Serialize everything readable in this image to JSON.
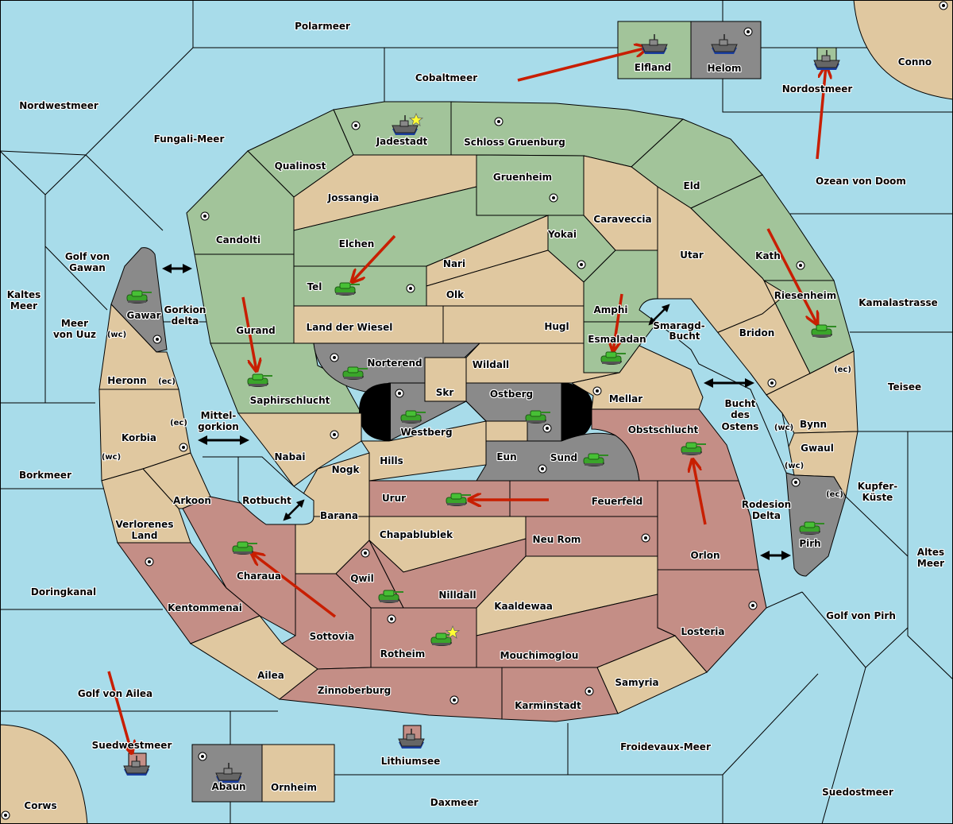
{
  "title": "Diplomacy-style game map",
  "colors": {
    "sea": "#a8dcea",
    "neutral": "#e0c8a0",
    "green": "#a2c49a",
    "red": "#c48e86",
    "gray": "#8a8a8a",
    "order_arrow": "#c81e00",
    "tank": "#3aa52a",
    "star": "#ffff33"
  },
  "powers": [
    {
      "name": "green",
      "color": "#a2c49a"
    },
    {
      "name": "red",
      "color": "#c48e86"
    },
    {
      "name": "gray",
      "color": "#8a8a8a"
    }
  ],
  "seas": [
    "Polarmeer",
    "Cobaltmeer",
    "Nordwestmeer",
    "Fungali-Meer",
    "Nordostmeer",
    "Ozean von Doom",
    "Golf von Gawan",
    "Kaltes Meer",
    "Meer von Uuz",
    "Gorkion delta",
    "Mittel-gorkion",
    "Borkmeer",
    "Rotbucht",
    "Doringkanal",
    "Golf von Ailea",
    "Suedwestmeer",
    "Lithiumsee",
    "Daxmeer",
    "Froidevaux-Meer",
    "Suedostmeer",
    "Golf von Pirh",
    "Altes Meer",
    "Kupfer-Küste",
    "Rodesion Delta",
    "Bucht des Ostens",
    "Smaragd-Bucht",
    "Teisee",
    "Kamalastrasse"
  ],
  "labels": {
    "polarmeer": "Polarmeer",
    "cobaltmeer": "Cobaltmeer",
    "nordwestmeer": "Nordwestmeer",
    "fungali": "Fungali-Meer",
    "nordostmeer": "Nordostmeer",
    "ozean": "Ozean von Doom",
    "golf_gawan_1": "Golf von",
    "golf_gawan_2": "Gawan",
    "kaltes_1": "Kaltes",
    "kaltes_2": "Meer",
    "uuz_1": "Meer",
    "uuz_2": "von Uuz",
    "gorkion_1": "Gorkion",
    "gorkion_2": "delta",
    "mittel_1": "Mittel-",
    "mittel_2": "gorkion",
    "borkmeer": "Borkmeer",
    "rotbucht": "Rotbucht",
    "doringkanal": "Doringkanal",
    "golf_ailea": "Golf von Ailea",
    "suedwestmeer": "Suedwestmeer",
    "lithiumsee": "Lithiumsee",
    "daxmeer": "Daxmeer",
    "froidevaux": "Froidevaux-Meer",
    "suedostmeer": "Suedostmeer",
    "golf_pirh": "Golf von Pirh",
    "altes_1": "Altes",
    "altes_2": "Meer",
    "kupfer_1": "Kupfer-",
    "kupfer_2": "Küste",
    "rodesion_1": "Rodesion",
    "rodesion_2": "Delta",
    "bucht_1": "Bucht",
    "bucht_2": "des",
    "bucht_3": "Ostens",
    "smaragd_1": "Smaragd-",
    "smaragd_2": "Bucht",
    "teisee": "Teisee",
    "kamalastrasse": "Kamalastrasse",
    "conno": "Conno",
    "corws": "Corws",
    "elfland": "Elfland",
    "helom": "Helom",
    "abaun": "Abaun",
    "ornheim": "Ornheim",
    "jadestadt": "Jadestadt",
    "schloss": "Schloss Gruenburg",
    "qualinost": "Qualinost",
    "jossangia": "Jossangia",
    "gruenheim": "Gruenheim",
    "eld": "Eld",
    "caraveccia": "Caraveccia",
    "candolti": "Candolti",
    "elchen": "Elchen",
    "yokai": "Yokai",
    "utar": "Utar",
    "kath": "Kath",
    "nari": "Nari",
    "tel": "Tel",
    "olk": "Olk",
    "amphi": "Amphi",
    "riesenheim": "Riesenheim",
    "gawar": "Gawar",
    "gurand": "Gurand",
    "land_wiesel": "Land der Wiesel",
    "hugl": "Hugl",
    "esmaladan": "Esmaladan",
    "bridon": "Bridon",
    "heronn": "Heronn",
    "norterend": "Norterend",
    "wildall": "Wildall",
    "skr": "Skr",
    "ostberg": "Ostberg",
    "westberg": "Westberg",
    "mellar": "Mellar",
    "saphirschlucht": "Saphirschlucht",
    "korbia": "Korbia",
    "nabai": "Nabai",
    "hills": "Hills",
    "eun": "Eun",
    "sund": "Sund",
    "obstschlucht": "Obstschlucht",
    "bynn": "Bynn",
    "gwaul": "Gwaul",
    "nogk": "Nogk",
    "arkoon": "Arkoon",
    "urur": "Urur",
    "feuerfeld": "Feuerfeld",
    "barana": "Barana",
    "verlorenes_1": "Verlorenes",
    "verlorenes_2": "Land",
    "chapablublek": "Chapablublek",
    "neu_rom": "Neu Rom",
    "orlon": "Orlon",
    "pirh": "Pirh",
    "charaua": "Charaua",
    "qwil": "Qwil",
    "nilldall": "Nilldall",
    "kentommenai": "Kentommenai",
    "kaaldewaa": "Kaaldewaa",
    "sottovia": "Sottovia",
    "rotheim": "Rotheim",
    "losteria": "Losteria",
    "mouchimoglou": "Mouchimoglou",
    "ailea": "Ailea",
    "samyria": "Samyria",
    "zinnoberburg": "Zinnoberburg",
    "karminstadt": "Karminstadt",
    "wc": "(wc)",
    "ec": "(ec)"
  },
  "units": [
    {
      "type": "fleet",
      "power": "green",
      "location": "Elfland"
    },
    {
      "type": "fleet",
      "power": "gray",
      "location": "Helom"
    },
    {
      "type": "fleet",
      "power": "green",
      "location": "Nordostmeer"
    },
    {
      "type": "fleet",
      "power": "green",
      "location": "Jadestadt",
      "leader": true
    },
    {
      "type": "army",
      "power": "green",
      "location": "Tel"
    },
    {
      "type": "army",
      "power": "gray",
      "location": "Gawar"
    },
    {
      "type": "army",
      "power": "green",
      "location": "Saphirschlucht"
    },
    {
      "type": "army",
      "power": "gray",
      "location": "Norterend"
    },
    {
      "type": "army",
      "power": "green",
      "location": "Esmaladan"
    },
    {
      "type": "army",
      "power": "green",
      "location": "Riesenheim"
    },
    {
      "type": "army",
      "power": "gray",
      "location": "Westberg"
    },
    {
      "type": "army",
      "power": "gray",
      "location": "Ostberg"
    },
    {
      "type": "army",
      "power": "gray",
      "location": "Sund"
    },
    {
      "type": "army",
      "power": "red",
      "location": "Obstschlucht"
    },
    {
      "type": "army",
      "power": "red",
      "location": "Urur"
    },
    {
      "type": "army",
      "power": "red",
      "location": "Charaua"
    },
    {
      "type": "army",
      "power": "red",
      "location": "Qwil"
    },
    {
      "type": "army",
      "power": "red",
      "location": "Rotheim",
      "leader": true
    },
    {
      "type": "army",
      "power": "gray",
      "location": "Pirh"
    },
    {
      "type": "fleet",
      "power": "gray",
      "location": "Abaun"
    },
    {
      "type": "fleet",
      "power": "red",
      "location": "Lithiumsee"
    },
    {
      "type": "fleet",
      "power": "red",
      "location": "Suedwestmeer"
    }
  ],
  "orders": [
    {
      "from": "Cobaltmeer",
      "to": "Elfland"
    },
    {
      "from": "Ozean von Doom",
      "to": "Nordostmeer"
    },
    {
      "from": "Elchen",
      "to": "Tel"
    },
    {
      "from": "Gurand",
      "to": "Saphirschlucht"
    },
    {
      "from": "Amphi",
      "to": "Esmaladan"
    },
    {
      "from": "Kath",
      "to": "Riesenheim"
    },
    {
      "from": "Orlon",
      "to": "Obstschlucht"
    },
    {
      "from": "Feuerfeld",
      "to": "Urur"
    },
    {
      "from": "Sottovia",
      "to": "Charaua"
    },
    {
      "from": "Golf von Ailea",
      "to": "Suedwestmeer"
    }
  ]
}
